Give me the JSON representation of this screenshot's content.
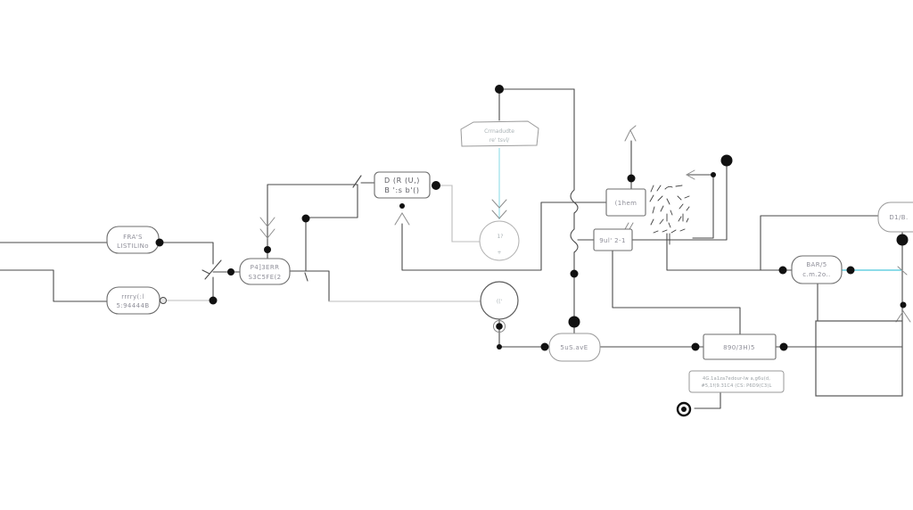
{
  "diagram": {
    "background": "#ffffff",
    "wire_color": "#4a4a4a",
    "light_wire_color": "#bcbcbc",
    "accent_cyan_light": "#a9e4ec",
    "accent_cyan_bright": "#49c7dc",
    "dot_color": "#111111",
    "nodes": {
      "listing_a": {
        "line1": "FRA'S",
        "line2": "LISTILINo"
      },
      "listing_b": {
        "line1": "rrrry(:l",
        "line2": "5:94444B"
      },
      "primary_sponsor": {
        "line1": "P4]3ERR",
        "line2": "S3C5FE(2"
      },
      "dru_box": {
        "line1": "D   (R (U,)",
        "line2": "B   ':s b'()"
      },
      "card": {
        "line1": "Crrnadudte",
        "line2": "re'  tsvl/"
      },
      "circle_top": {
        "line1": "1?",
        "line2": "+"
      },
      "circle_bottom": {
        "line1": "(('"
      },
      "chem_box": {
        "line1": "(1hem"
      },
      "out_box": {
        "line1": "9ul' 2-1"
      },
      "susave": {
        "line1": "5uS.avE"
      },
      "meter_box": {
        "line1": "890/3H)5"
      },
      "note": {
        "line1": "4G.1a1za7edour-lw a,g6u(d,",
        "line2": "#5,1f(9.31C4 (CS: P6D9(C3)L"
      },
      "dmb": {
        "line1": "D1/B."
      },
      "bar": {
        "line1": "BAR/5",
        "line2": "c.m.2o.."
      }
    }
  }
}
